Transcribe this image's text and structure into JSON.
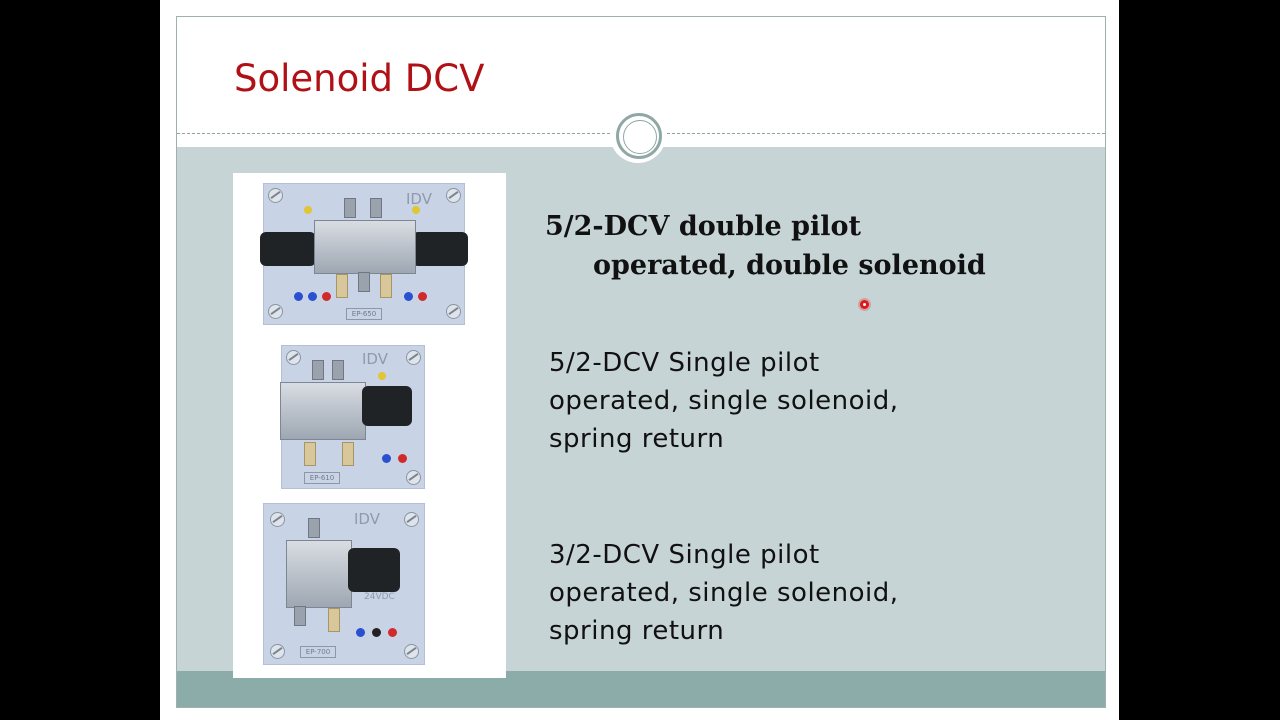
{
  "slide": {
    "title": "Solenoid DCV",
    "items": [
      {
        "line1": "5/2-DCV double pilot",
        "line2": "operated, double solenoid"
      },
      {
        "line1": "5/2-DCV Single pilot",
        "line2": "operated, single solenoid,",
        "line3": "spring return"
      },
      {
        "line1": "3/2-DCV Single pilot",
        "line2": "operated, single solenoid,",
        "line3": "spring return"
      }
    ]
  },
  "photos": [
    {
      "brand": "IDV",
      "tag": "EP-650"
    },
    {
      "brand": "IDV",
      "tag": "EP-610"
    },
    {
      "brand": "IDV",
      "tag": "EP-700",
      "voltage": "24VDC"
    }
  ],
  "colors": {
    "title": "#b01116",
    "content_bg": "#c7d4d6",
    "bottom_bar": "#8cacaa",
    "frame": "#9fb0ae"
  },
  "icons": [
    "circle-ornament-icon",
    "laser-pointer-icon"
  ]
}
